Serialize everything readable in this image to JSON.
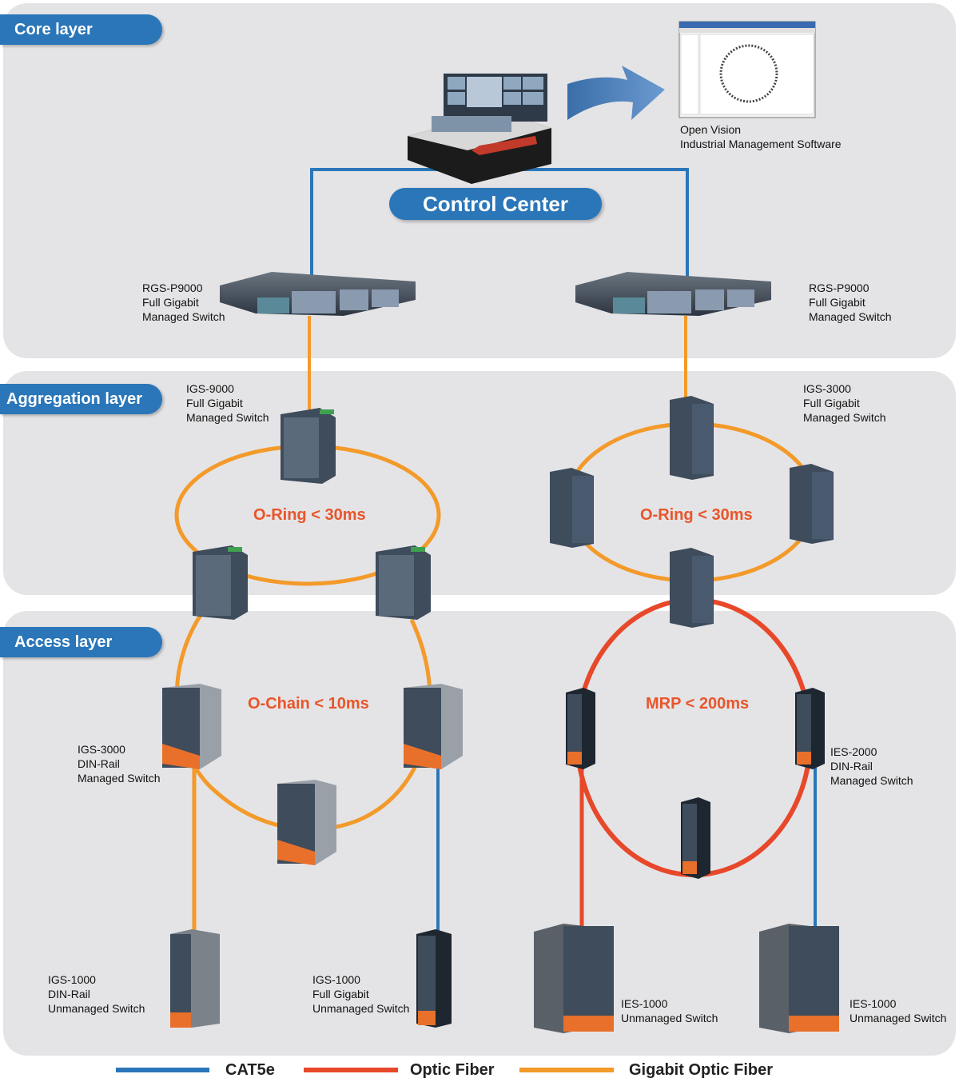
{
  "layers": {
    "core": "Core layer",
    "aggregation": "Aggregation layer",
    "access": "Access layer"
  },
  "control_center": "Control Center",
  "software": {
    "line1": "Open Vision",
    "line2": "Industrial Management Software"
  },
  "core_left": {
    "l1": "RGS-P9000",
    "l2": "Full Gigabit",
    "l3": "Managed Switch"
  },
  "core_right": {
    "l1": "RGS-P9000",
    "l2": "Full Gigabit",
    "l3": "Managed Switch"
  },
  "agg_left": {
    "l1": "IGS-9000",
    "l2": "Full Gigabit",
    "l3": "Managed Switch"
  },
  "agg_right": {
    "l1": "IGS-3000",
    "l2": "Full Gigabit",
    "l3": "Managed Switch"
  },
  "rings": {
    "agg_left": "O-Ring < 30ms",
    "agg_right": "O-Ring < 30ms",
    "access_left": "O-Chain < 10ms",
    "access_right": "MRP < 200ms"
  },
  "access_left": {
    "l1": "IGS-3000",
    "l2": "DIN-Rail",
    "l3": "Managed Switch"
  },
  "access_right": {
    "l1": "IES-2000",
    "l2": "DIN-Rail",
    "l3": "Managed Switch"
  },
  "edge1": {
    "l1": "IGS-1000",
    "l2": "DIN-Rail",
    "l3": "Unmanaged Switch"
  },
  "edge2": {
    "l1": "IGS-1000",
    "l2": "Full Gigabit",
    "l3": "Unmanaged Switch"
  },
  "edge3": {
    "l1": "IES-1000",
    "l2": "Unmanaged Switch"
  },
  "edge4": {
    "l1": "IES-1000",
    "l2": "Unmanaged Switch"
  },
  "legend": [
    {
      "label": "CAT5e",
      "color": "#2a76b8"
    },
    {
      "label": "Optic Fiber",
      "color": "#e8482a"
    },
    {
      "label": "Gigabit Optic Fiber",
      "color": "#f39a2a"
    }
  ],
  "colors": {
    "cat5e": "#2a76b8",
    "fiber": "#e8482a",
    "gigabit": "#f39a2a",
    "tab": "#2a76b8"
  }
}
